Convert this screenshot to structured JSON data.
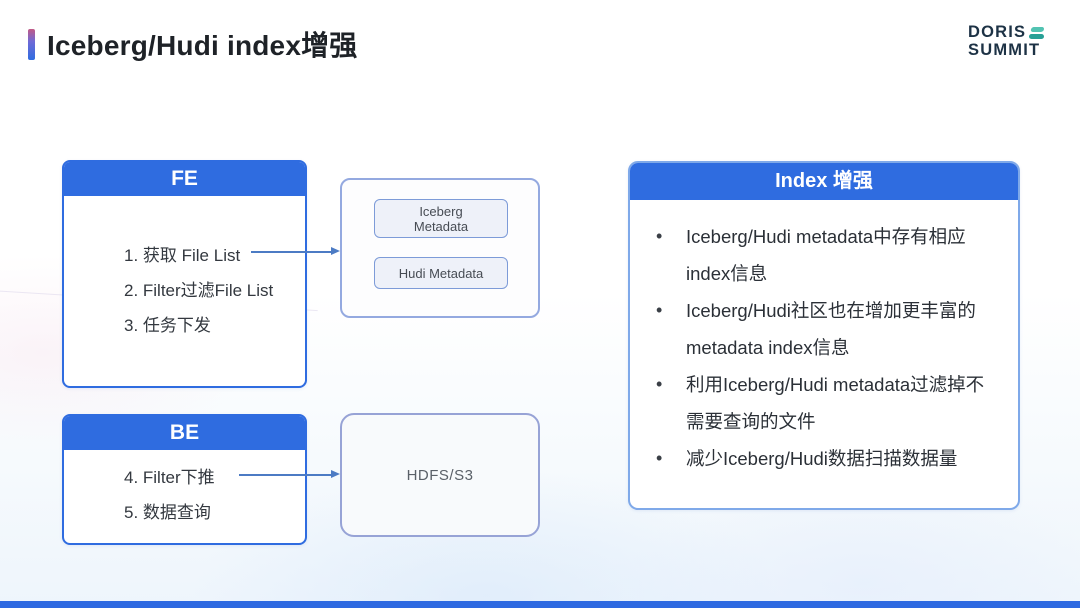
{
  "title": "Iceberg/Hudi index增强",
  "logo": {
    "line1": "DORIS",
    "line2": "SUMMIT",
    "icon": "stacked-layers-icon",
    "icon_colors": [
      "#52c3b2",
      "#27a096"
    ]
  },
  "colors": {
    "header_blue": "#2f6ce0",
    "box_border_light": "#94a9e0",
    "arrow_blue": "#4c7bc4",
    "title_text": "#1e2227",
    "bottom_bar": "#2d69e1",
    "accent_gradient_top": "#c25a86"
  },
  "diagram": {
    "fe_box": {
      "header": "FE",
      "items": [
        "1. 获取 File List",
        "2. Filter过滤File List",
        "3. 任务下发"
      ]
    },
    "be_box": {
      "header": "BE",
      "items": [
        "4. Filter下推",
        "5. 数据查询"
      ]
    },
    "metadata_group": {
      "items": [
        "Iceberg Metadata",
        "Hudi Metadata"
      ]
    },
    "storage_box": {
      "label": "HDFS/S3"
    },
    "index_box": {
      "header": "Index 增强",
      "bullet_glyph": "•",
      "bullets": [
        "Iceberg/Hudi metadata中存有相应index信息",
        "Iceberg/Hudi社区也在增加更丰富的metadata index信息",
        "利用Iceberg/Hudi metadata过滤掉不需要查询的文件",
        "减少Iceberg/Hudi数据扫描数据量"
      ]
    }
  }
}
